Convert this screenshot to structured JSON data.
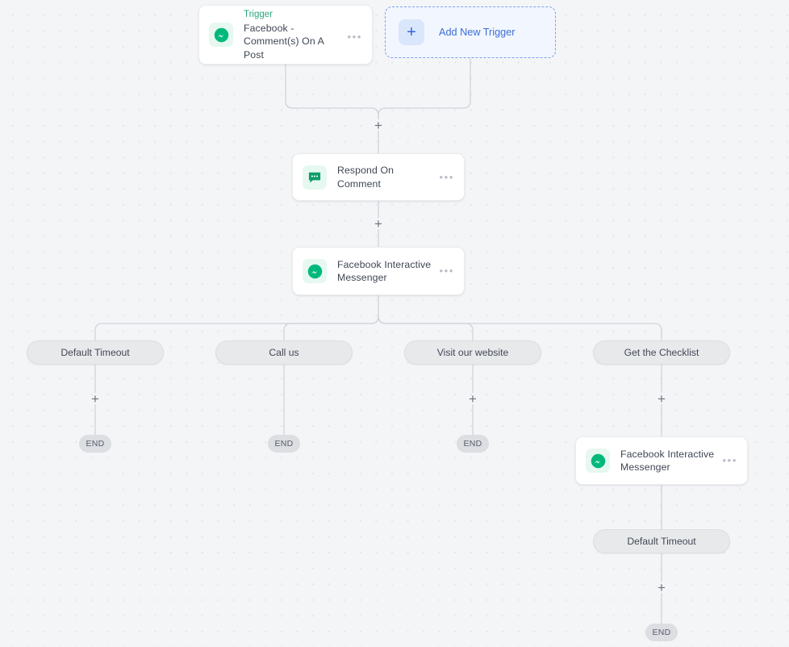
{
  "canvas": {
    "background_color": "#f4f5f7",
    "dot_color": "#e3e5ea",
    "wire_color": "#cfd3da"
  },
  "colors": {
    "brand_green": "#00b87c",
    "trigger_label_green": "#2aa87c",
    "accent_blue": "#3a6fd8",
    "pill_gray": "#e8e9eb",
    "end_gray": "#dcdee2"
  },
  "triggers": {
    "trigger_card": {
      "label": "Trigger",
      "title": "Facebook - Comment(s) On A Post",
      "icon": "messenger-icon",
      "menu": "•••"
    },
    "add_new_trigger": {
      "label": "Add New Trigger",
      "icon": "plus-icon"
    }
  },
  "nodes": {
    "respond_on_comment": {
      "title": "Respond On Comment",
      "icon": "comment-bubble-icon",
      "menu": "•••"
    },
    "messenger_main": {
      "title": "Facebook Interactive Messenger",
      "icon": "messenger-icon",
      "menu": "•••"
    },
    "messenger_checklist": {
      "title": "Facebook Interactive Messenger",
      "icon": "messenger-icon",
      "menu": "•••"
    }
  },
  "branches": [
    {
      "label": "Default Timeout",
      "end_label": "END",
      "has_plus": true
    },
    {
      "label": "Call us",
      "end_label": "END",
      "has_plus": false
    },
    {
      "label": "Visit our website",
      "end_label": "END",
      "has_plus": true
    },
    {
      "label": "Get the Checklist",
      "end_label": "",
      "has_plus": true
    }
  ],
  "checklist_branch": {
    "timeout_label": "Default Timeout",
    "end_label": "END"
  },
  "add_buttons": {
    "glyph": "+"
  }
}
